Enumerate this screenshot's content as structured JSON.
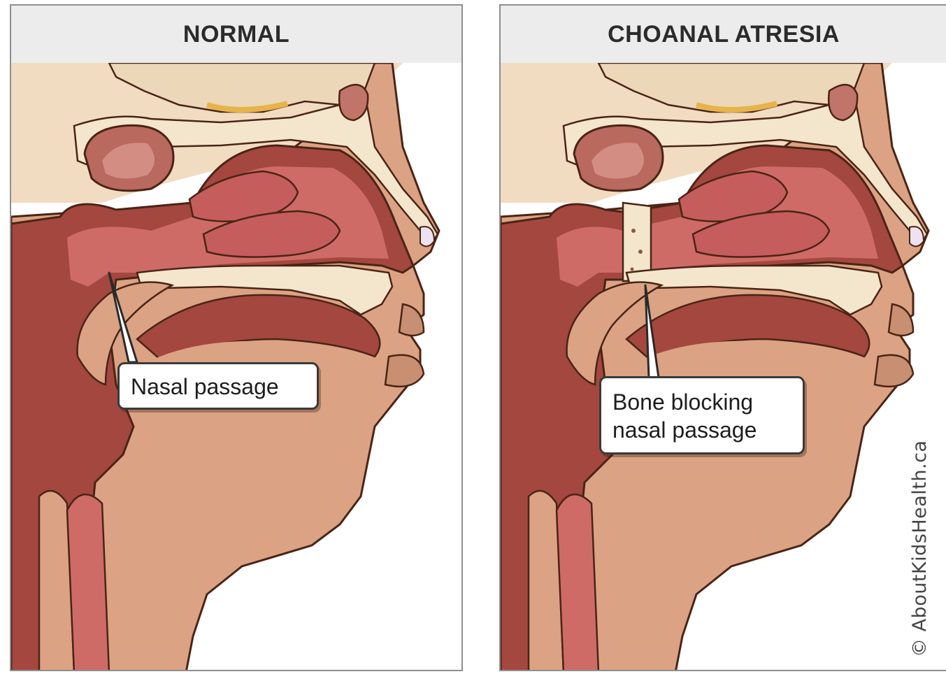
{
  "panels": [
    {
      "title": "NORMAL",
      "callout": "Nasal passage"
    },
    {
      "title": "CHOANAL ATRESIA",
      "callout_line1": "Bone blocking",
      "callout_line2": "nasal passage"
    }
  ],
  "credit": "© AboutKidsHealth.ca",
  "colors": {
    "skin": "#dba383",
    "skin_dark": "#b9785f",
    "cavity": "#a4473f",
    "mucosa": "#cf6b67",
    "turbinate": "#c55d5c",
    "bone": "#f4e6cc",
    "brain": "#ecd7b8",
    "outline": "#4a2416",
    "header": "#ececec"
  }
}
